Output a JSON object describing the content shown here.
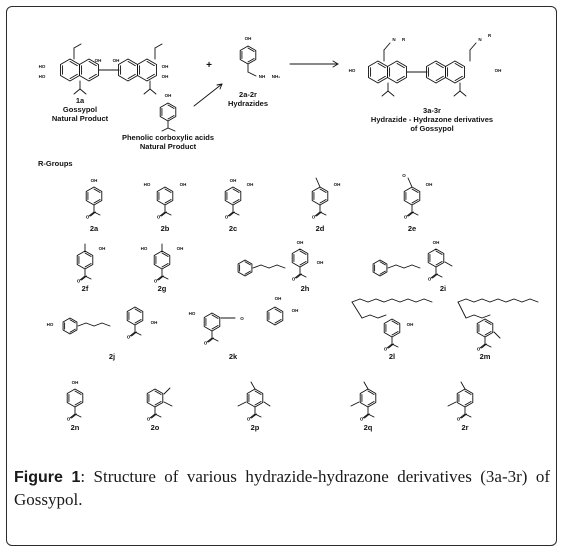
{
  "figure": {
    "figure_label": "Figure 1",
    "caption_text": ": Structure of various hydrazide-hydrazone derivatives (3a-3r) of Gossypol.",
    "reaction": {
      "gossypol_id": "1a",
      "gossypol_name": "Gossypol",
      "gossypol_note": "Natural Product",
      "plus_sign": "+",
      "hydrazide_id": "2a-2r",
      "hydrazide_name": "Hydrazides",
      "phenolic_line1": "Phenolic corboxylic acids",
      "phenolic_line2": "Natural Product",
      "product_id": "3a-3r",
      "product_line1": "Hydrazide - Hydrazone derivatives",
      "product_line2": "of Gossypol"
    },
    "r_groups_heading": "R-Groups",
    "r_groups": [
      "2a",
      "2b",
      "2c",
      "2d",
      "2e",
      "2f",
      "2g",
      "2h",
      "2i",
      "2j",
      "2k",
      "2l",
      "2m",
      "2n",
      "2o",
      "2p",
      "2q",
      "2r"
    ],
    "atoms": {
      "oh": "OH",
      "ho": "HO",
      "o": "O",
      "r": "R",
      "n": "N",
      "nh": "NH",
      "nh2": "NH₂"
    }
  }
}
